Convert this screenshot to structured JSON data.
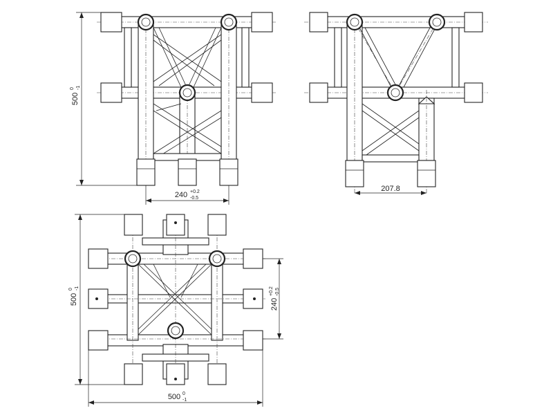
{
  "views": {
    "front": {
      "height_dim": {
        "value": "500",
        "tol_upper": "0",
        "tol_lower": "-1"
      },
      "width_dim": {
        "value": "240",
        "tol_upper": "+0.2",
        "tol_lower": "-0.5"
      }
    },
    "side": {
      "width_dim": {
        "value": "207.8"
      }
    },
    "top": {
      "height_dim": {
        "value": "500",
        "tol_upper": "0",
        "tol_lower": "-1"
      },
      "inner_dim": {
        "value": "240",
        "tol_upper": "+0.2",
        "tol_lower": "-0.5"
      },
      "width_dim": {
        "value": "500",
        "tol_upper": "0",
        "tol_lower": "-1"
      }
    }
  }
}
